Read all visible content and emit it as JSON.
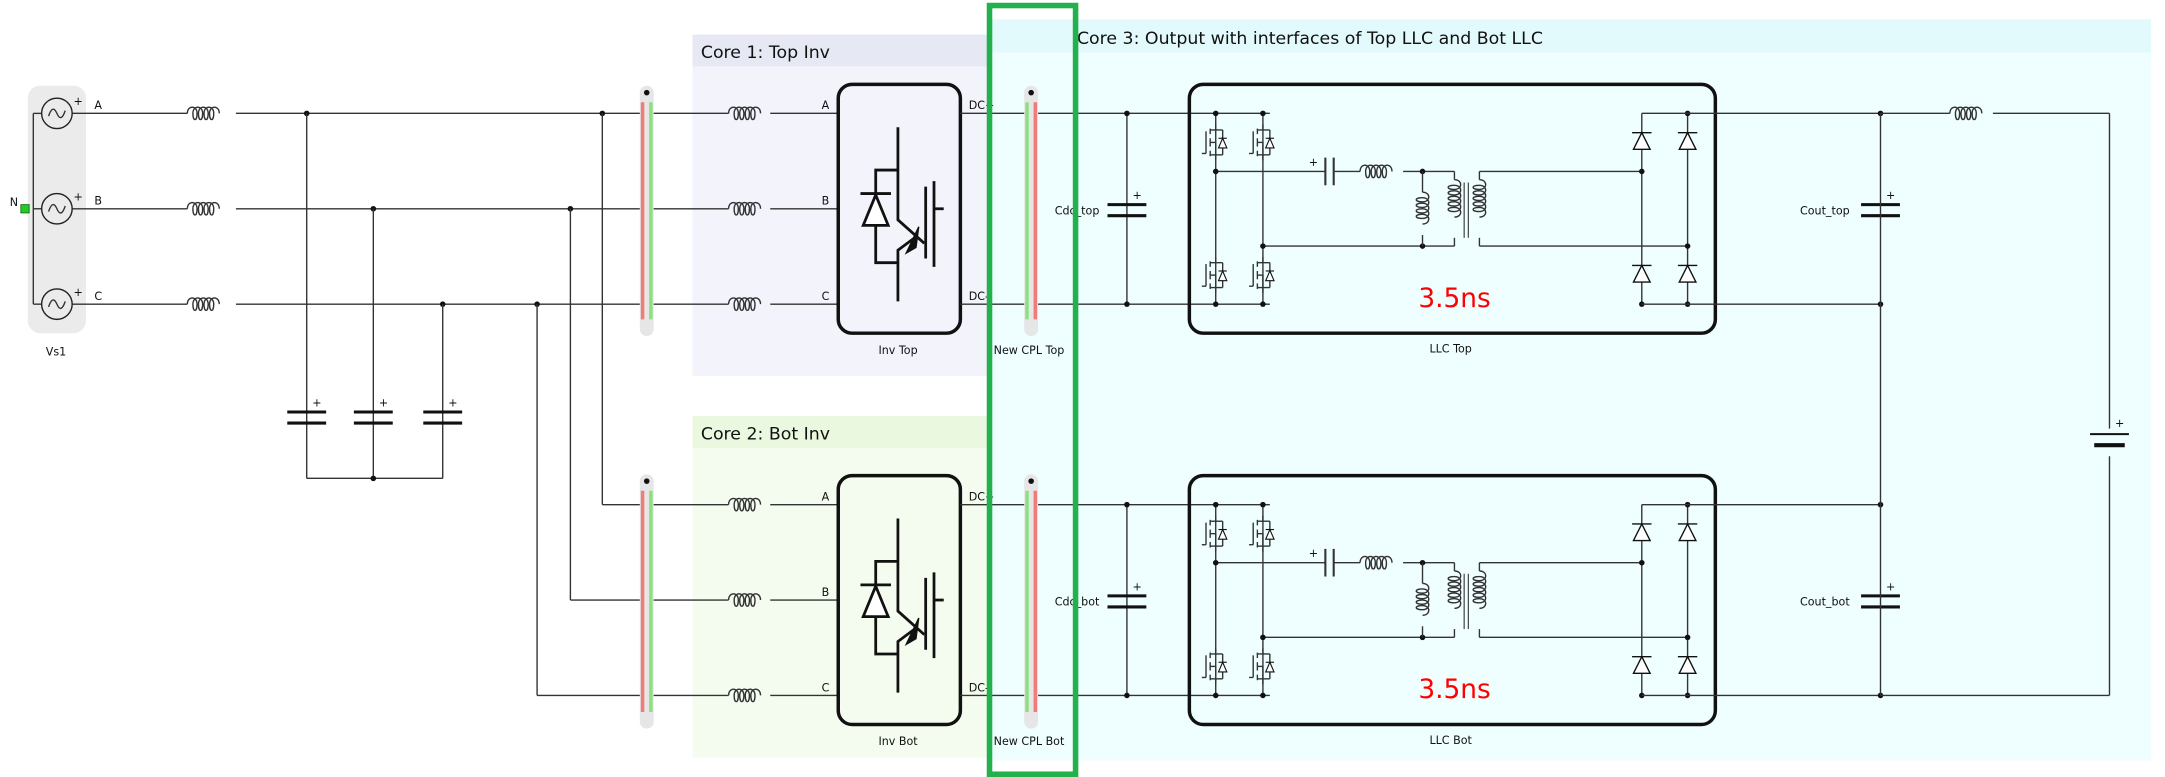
{
  "colors": {
    "core1_bg": "#f2f3fb",
    "core1_title_bg": "#e6e8f4",
    "core2_bg": "#f4fcef",
    "core2_title_bg": "#eaf8e0",
    "core3_bg": "#effefe",
    "core3_title_bg": "#e3fafc",
    "highlight": "#22b14c",
    "delay_text": "#ff0000",
    "cpl_red": "#f07b7b",
    "cpl_green": "#8ee07e",
    "neutral_node": "#22cc22"
  },
  "source": {
    "label": "Vs1",
    "neutral": "N",
    "phases": [
      "A",
      "B",
      "C"
    ],
    "plus": "+"
  },
  "core1": {
    "title": "Core 1: Top Inv",
    "inverter": "Inv Top",
    "ports": [
      "A",
      "B",
      "C"
    ],
    "dc_ports": [
      "DC+",
      "DC-"
    ]
  },
  "core2": {
    "title": "Core 2: Bot Inv",
    "inverter": "Inv Bot",
    "ports": [
      "A",
      "B",
      "C"
    ],
    "dc_ports": [
      "DC+",
      "DC-"
    ]
  },
  "core3": {
    "title": "Core 3: Output with interfaces of Top LLC and Bot LLC",
    "llc_top": "LLC Top",
    "llc_bot": "LLC Bot",
    "cdc_top": "Cdc_top",
    "cdc_bot": "Cdc_bot",
    "cout_top": "Cout_top",
    "cout_bot": "Cout_bot",
    "delay_top": "3.5ns",
    "delay_bot": "3.5ns"
  },
  "cpl": {
    "top": "New CPL Top",
    "bot": "New CPL Bot"
  },
  "plus": "+"
}
